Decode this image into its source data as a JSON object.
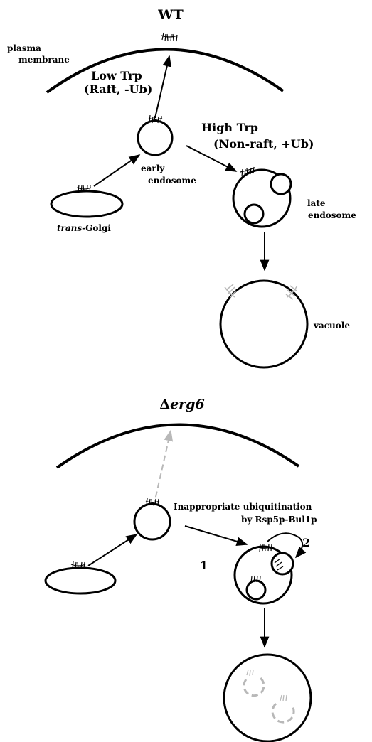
{
  "wt": {
    "title": "WT",
    "plasma_membrane_line1": "plasma",
    "plasma_membrane_line2": "membrane",
    "low_trp_line1": "Low Trp",
    "low_trp_line2": "(Raft, -Ub)",
    "high_trp_line1": "High Trp",
    "high_trp_line2": "(Non-raft, +Ub)",
    "early_endosome_line1": "early",
    "early_endosome_line2": "endosome",
    "late_endosome_line1": "late",
    "late_endosome_line2": "endosome",
    "golgi_prefix": "trans",
    "golgi_suffix": "-Golgi",
    "vacuole": "vacuole"
  },
  "mutant": {
    "title_delta": "Δ",
    "title_gene": "erg6",
    "ubiq_line1": "Inappropriate ubiquitination",
    "ubiq_line2": "by Rsp5p-Bul1p",
    "step1": "1",
    "step2": "2"
  },
  "colors": {
    "line": "#000000",
    "faded": "#b8b8b8"
  }
}
